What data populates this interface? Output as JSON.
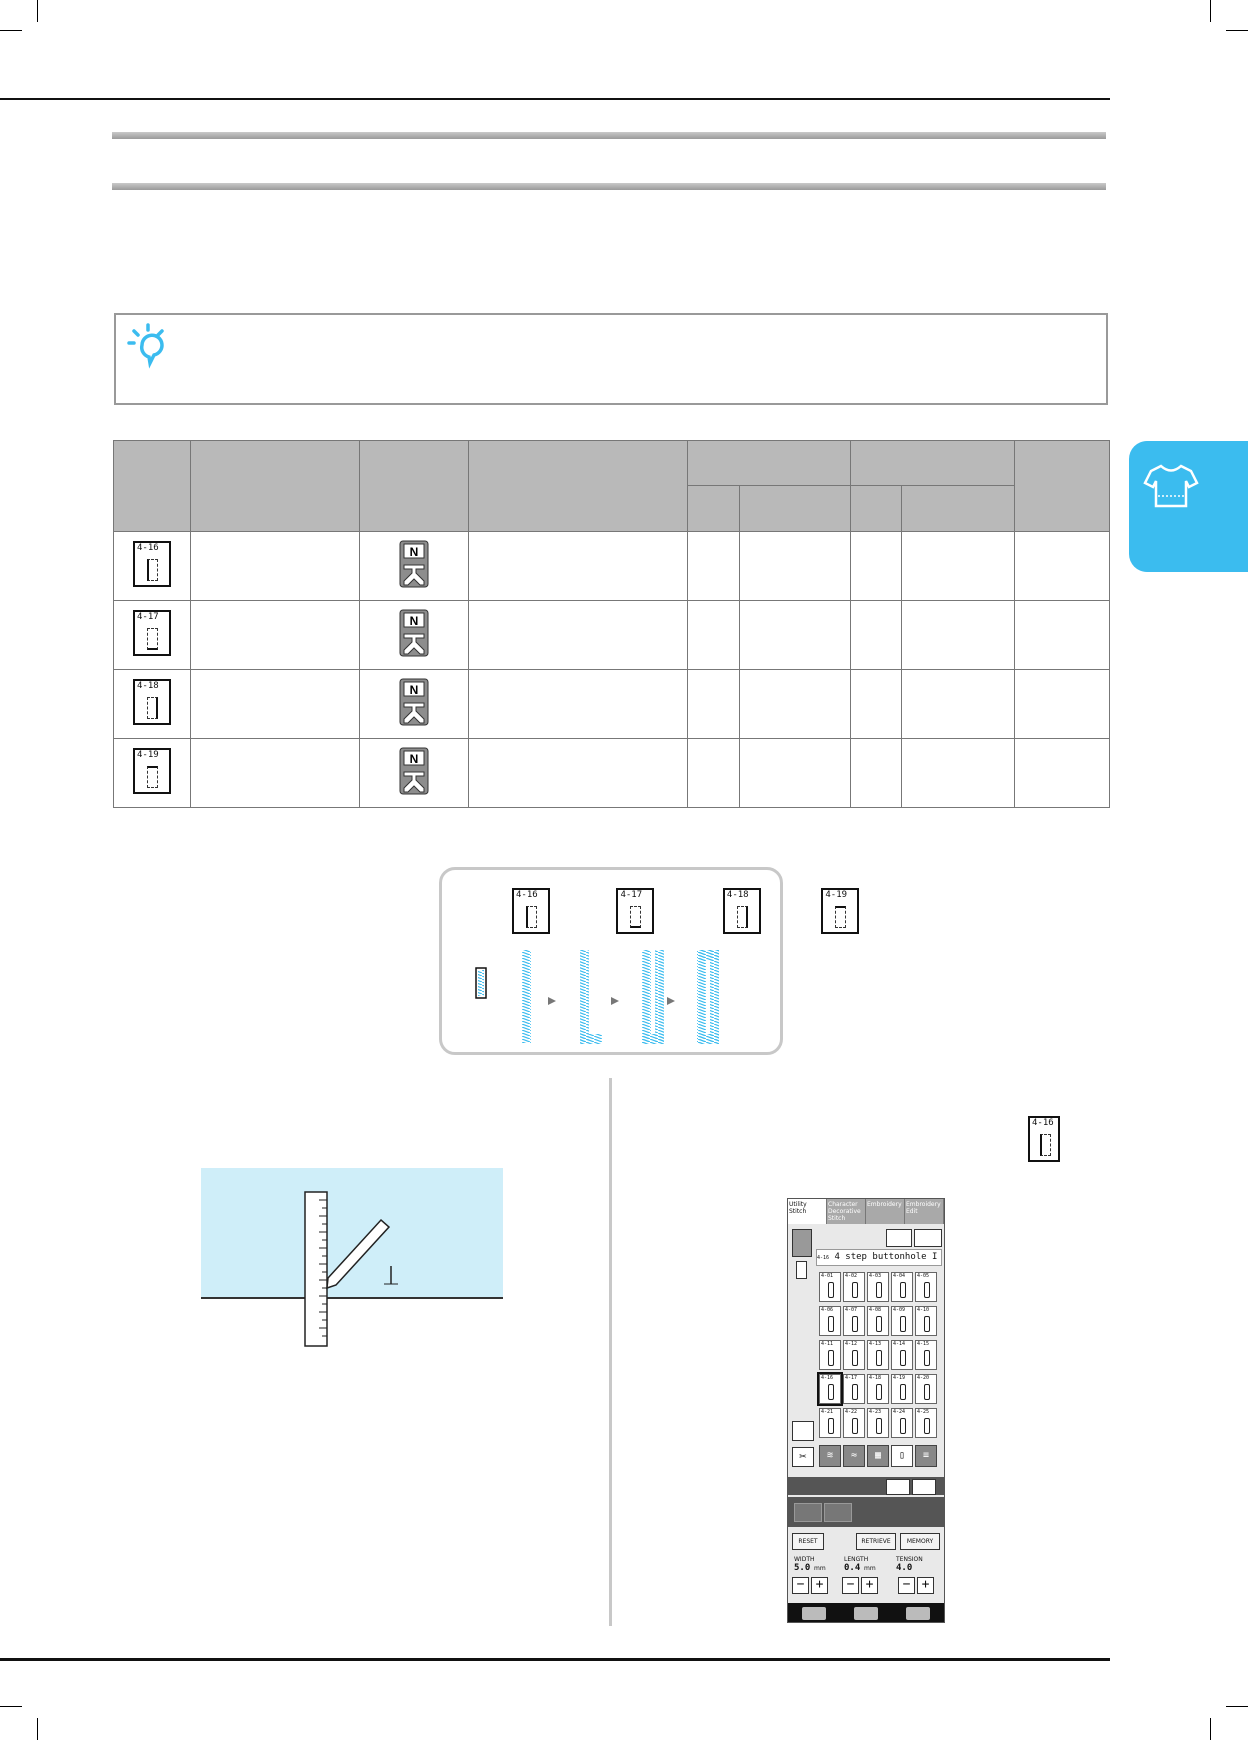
{
  "screen": {
    "tabs": [
      "Utility Stitch",
      "Character Decorative Stitch",
      "Embroidery",
      "Embroidery Edit"
    ],
    "title_code": "4-16",
    "title": "4 step buttonhole I",
    "grid_codes": [
      "4-01",
      "4-02",
      "4-03",
      "4-04",
      "4-05",
      "4-06",
      "4-07",
      "4-08",
      "4-09",
      "4-10",
      "4-11",
      "4-12",
      "4-13",
      "4-14",
      "4-15",
      "4-16",
      "4-17",
      "4-18",
      "4-19",
      "4-20",
      "4-21",
      "4-22",
      "4-23",
      "4-24",
      "4-25"
    ],
    "reset_label": "RESET",
    "retrieve_label": "RETRIEVE",
    "memory_label": "MEMORY",
    "width_label": "WIDTH",
    "width_value": "5.0",
    "width_unit": "mm",
    "length_label": "LENGTH",
    "length_value": "0.4",
    "length_unit": "mm",
    "tension_label": "TENSION",
    "tension_value": "4.0",
    "minus": "−",
    "plus": "+"
  },
  "stitches": [
    {
      "code": "4-16"
    },
    {
      "code": "4-17"
    },
    {
      "code": "4-18"
    },
    {
      "code": "4-19"
    }
  ],
  "foot_letter": "N",
  "inline_code": "4-16",
  "colors": {
    "accent_blue": "#3bbcef",
    "fabric": "#cfeef9",
    "table_header": "#b9b9b9"
  }
}
